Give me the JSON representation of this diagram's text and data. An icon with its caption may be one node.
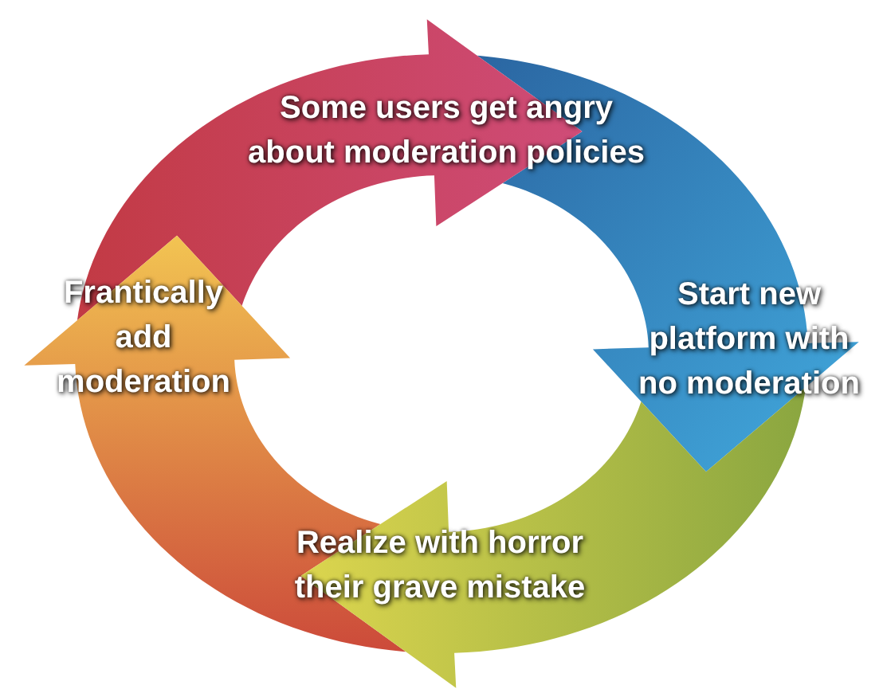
{
  "diagram": {
    "nodes": [
      {
        "text": [
          "Some users get angry about moderation policies"
        ]
      },
      {
        "text": [
          "Start new platform with no moderation"
        ]
      },
      {
        "text": [
          "Realize with horror their grave mistake"
        ]
      },
      {
        "text": [
          "Frantically add moderation"
        ]
      }
    ],
    "edges": [
      {
        "from": 0,
        "to": 1,
        "arrow": "to"
      },
      {
        "from": 1,
        "to": 2,
        "arrow": "to"
      },
      {
        "from": 2,
        "to": 3,
        "arrow": "to"
      },
      {
        "from": 3,
        "to": 0,
        "arrow": "to"
      }
    ]
  }
}
